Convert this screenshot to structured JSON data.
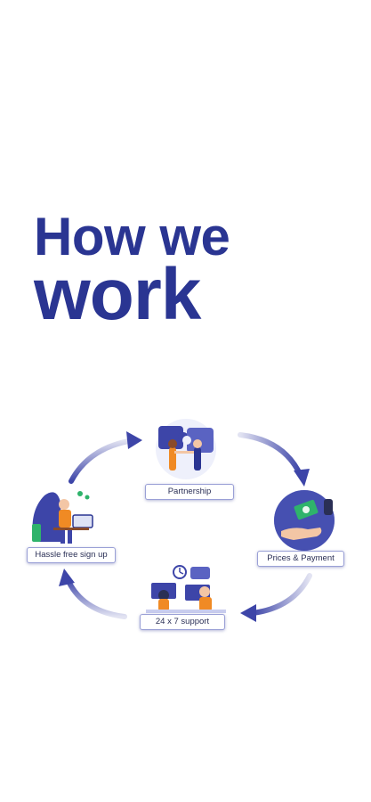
{
  "heading": {
    "line1": "How we",
    "line2": "work"
  },
  "steps": [
    {
      "id": "partnership",
      "label": "Partnership"
    },
    {
      "id": "prices",
      "label": "Prices & Payment"
    },
    {
      "id": "support",
      "label": "24 x 7 support"
    },
    {
      "id": "signup",
      "label": "Hassle free sign up"
    }
  ],
  "colors": {
    "heading": "#2a3592",
    "arrow": "#3d45a8",
    "accent_orange": "#f08a24",
    "accent_green": "#2fb36b",
    "circle_bg": "#dfe3f5"
  }
}
